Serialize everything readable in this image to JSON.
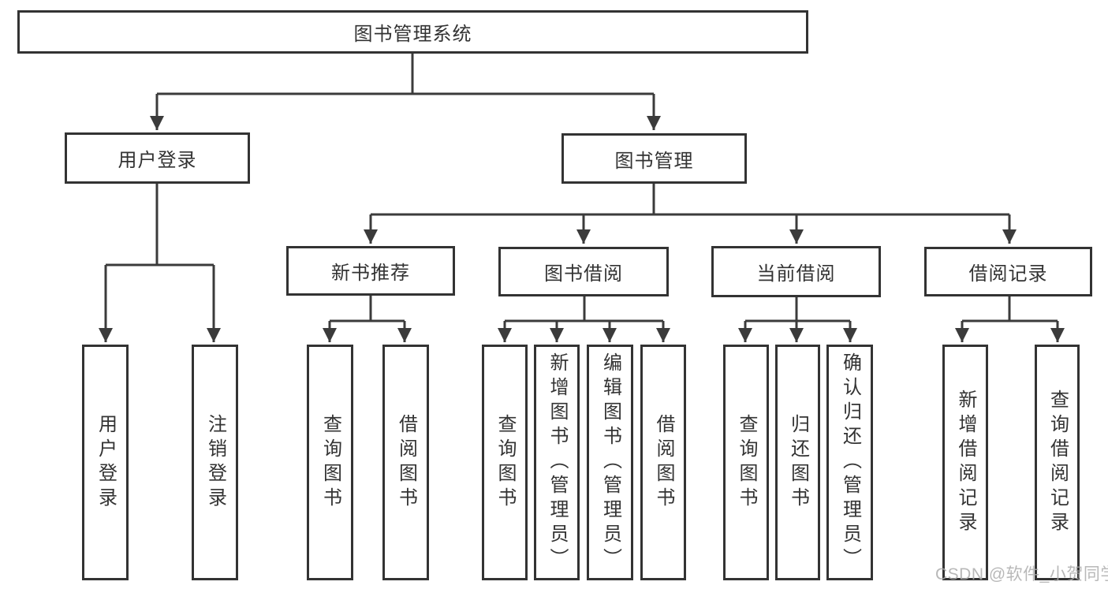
{
  "diagram": {
    "root": {
      "label": "图书管理系统"
    },
    "level2": [
      {
        "label": "用户登录"
      },
      {
        "label": "图书管理"
      }
    ],
    "level3": [
      {
        "label": "新书推荐"
      },
      {
        "label": "图书借阅"
      },
      {
        "label": "当前借阅"
      },
      {
        "label": "借阅记录"
      }
    ],
    "leaves": [
      {
        "label": "用户登录"
      },
      {
        "label": "注销登录"
      },
      {
        "label": "查询图书"
      },
      {
        "label": "借阅图书"
      },
      {
        "label": "查询图书"
      },
      {
        "label": "新增图书（管理员）"
      },
      {
        "label": "编辑图书（管理员）"
      },
      {
        "label": "借阅图书"
      },
      {
        "label": "查询图书"
      },
      {
        "label": "归还图书"
      },
      {
        "label": "确认归还（管理员）"
      },
      {
        "label": "新增借阅记录"
      },
      {
        "label": "查询借阅记录"
      }
    ],
    "colors": {
      "line": "#3b3b3b",
      "box_border": "#333333",
      "box_fill": "#ffffff",
      "text": "#333333",
      "background": "#ffffff",
      "watermark": "#acacac"
    }
  },
  "watermark": {
    "text": "CSDN @软件_小贺同学"
  }
}
